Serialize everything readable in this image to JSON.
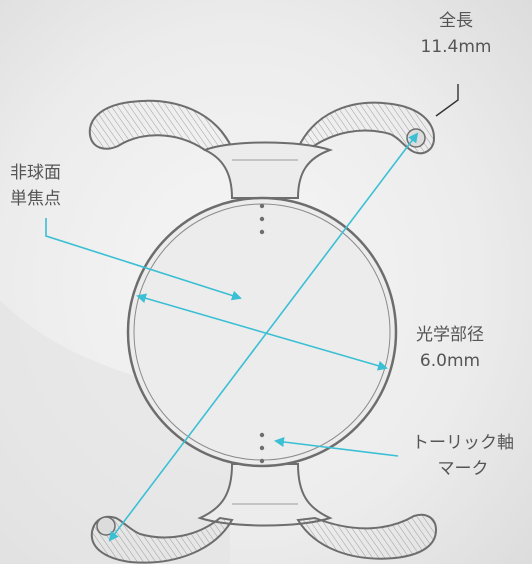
{
  "labels": {
    "total_length_title": "全長",
    "total_length_value": "11.4mm",
    "optic_title": "光学部径",
    "optic_value": "6.0mm",
    "aspheric_line1": "非球面",
    "aspheric_line2": "単焦点",
    "toric_line1": "トーリック軸",
    "toric_line2": "マーク"
  },
  "colors": {
    "arrow": "#3bbfd4",
    "lens_outline": "#6d6d6d",
    "lens_fill": "#ececec",
    "label_text": "#555555"
  }
}
